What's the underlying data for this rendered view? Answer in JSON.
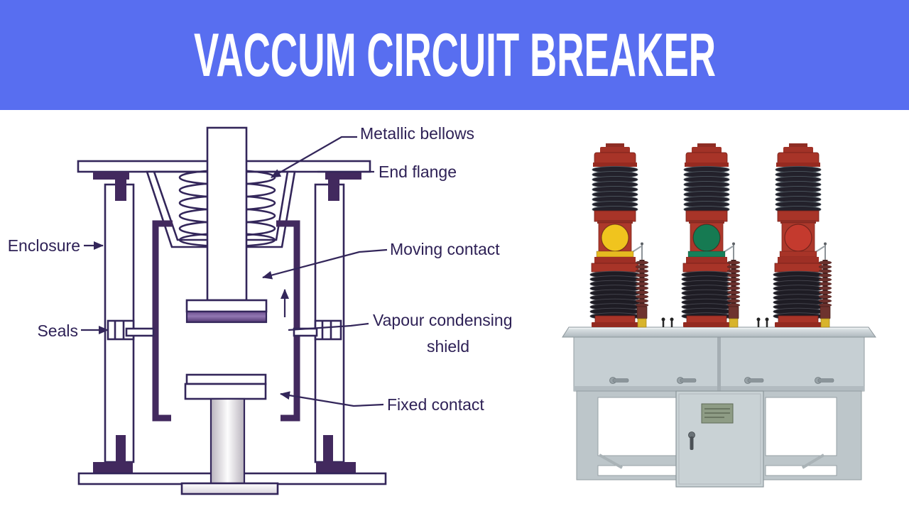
{
  "header": {
    "title": "VACCUM CIRCUIT BREAKER",
    "background_color": "#586ef0",
    "text_color": "#ffffff"
  },
  "diagram": {
    "ink_color": "#33265a",
    "labels": {
      "metallic_bellows": "Metallic bellows",
      "end_flange": "End flange",
      "enclosure": "Enclosure",
      "seals": "Seals",
      "moving_contact": "Moving contact",
      "vapour_condensing_line1": "Vapour condensing",
      "vapour_condensing_line2": "shield",
      "fixed_contact": "Fixed contact"
    }
  },
  "photo": {
    "cabinet_color": "#c6cfd3",
    "pole_body_color": "#a83428",
    "insulator_color": "#17151c",
    "poles": [
      {
        "name": "left-pole",
        "disc_color": "#f0c41e",
        "band_color": "#e6ba20"
      },
      {
        "name": "middle-pole",
        "disc_color": "#167a52",
        "band_color": "#15805a"
      },
      {
        "name": "right-pole",
        "disc_color": "#c43a2e",
        "band_color": "#a83428"
      }
    ]
  }
}
